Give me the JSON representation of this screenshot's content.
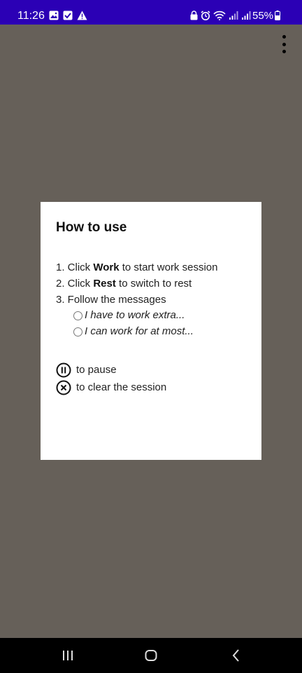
{
  "status_bar": {
    "time": "11:26",
    "battery": "55%",
    "background": "#2b00b5",
    "left_icons": [
      "gallery-icon",
      "check-box-icon",
      "warning-icon"
    ],
    "right_icons": [
      "lock-icon",
      "alarm-icon",
      "wifi-icon",
      "signal-icon",
      "signal-icon"
    ]
  },
  "dialog": {
    "title": "How to use",
    "steps": [
      {
        "prefix": "1. Click ",
        "keyword": "Work",
        "suffix": " to start work session"
      },
      {
        "prefix": "2. Click ",
        "keyword": "Rest",
        "suffix": " to switch to rest"
      },
      {
        "prefix": "3. Follow the messages",
        "keyword": "",
        "suffix": ""
      }
    ],
    "options": [
      "I have to work extra...",
      "I can work for at most..."
    ],
    "legend": [
      {
        "icon": "pause-circle-icon",
        "text": "to pause"
      },
      {
        "icon": "clear-circle-icon",
        "text": "to clear the session"
      }
    ]
  },
  "nav_bar": {
    "buttons": [
      "recent-apps-icon",
      "home-icon",
      "back-icon"
    ]
  },
  "colors": {
    "scrim": "#666059",
    "dialog": "#ffffff"
  }
}
